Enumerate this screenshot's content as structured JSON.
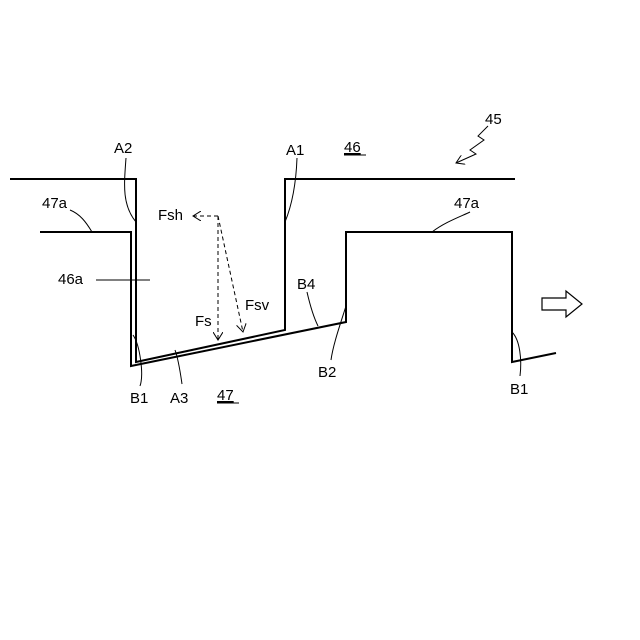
{
  "labels": {
    "ref_45": "45",
    "ref_46": "46",
    "ref_47": "47",
    "ref_47a_left": "47a",
    "ref_47a_right": "47a",
    "ref_46a": "46a",
    "A1": "A1",
    "A2": "A2",
    "A3": "A3",
    "B1_left": "B1",
    "B1_right": "B1",
    "B2": "B2",
    "B4": "B4",
    "Fs": "Fs",
    "Fsh": "Fsh",
    "Fsv": "Fsv"
  }
}
